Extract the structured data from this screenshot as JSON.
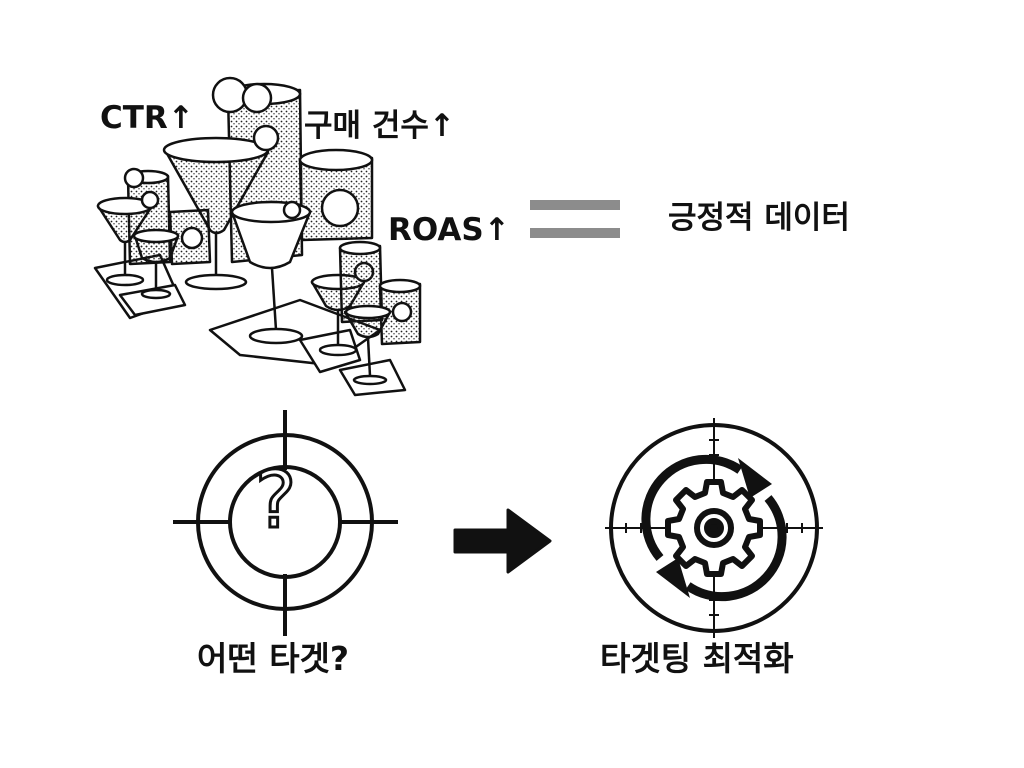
{
  "metrics": {
    "ctr": "CTR↑",
    "purchases": "구매 건수↑",
    "roas": "ROAS↑"
  },
  "result": "긍정적 데이터",
  "before": {
    "caption": "어떤 타겟?",
    "symbol": "?"
  },
  "after": {
    "caption": "타겟팅 최적화"
  },
  "icons": {
    "illustration": "cocktail-glasses-illustration",
    "equals": "equals-sign",
    "before": "crosshair-question-icon",
    "arrow": "right-arrow-icon",
    "after": "target-gear-refresh-icon"
  },
  "colors": {
    "ink": "#111111",
    "equals": "#8c8c8c",
    "background": "#ffffff"
  }
}
